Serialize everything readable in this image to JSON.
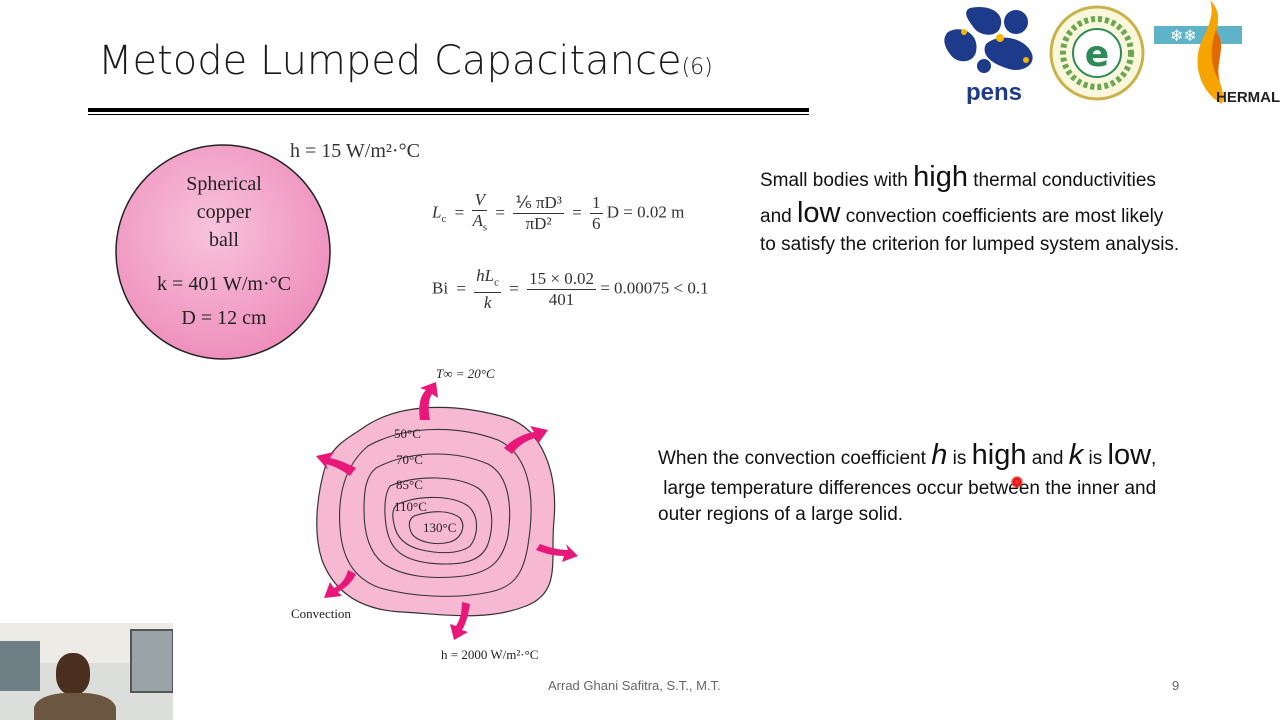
{
  "slide": {
    "title": "Metode Lumped Capacitance",
    "title_suffix": "(6)",
    "footer_author": "Arrad Ghani Safitra, S.T., M.T.",
    "page_number": "9"
  },
  "logos": {
    "pens_text": "pens",
    "thermal_text": "HERMAL"
  },
  "sphere_figure": {
    "h_label": "h = 15 W/m²·°C",
    "ball_line1": "Spherical",
    "ball_line2": "copper",
    "ball_line3": "ball",
    "k_label": "k = 401 W/m·°C",
    "d_label": "D = 12 cm",
    "lc_prefix": "L",
    "lc_sub": "c",
    "lc_num1": "V",
    "lc_den1": "A",
    "lc_den1_sub": "s",
    "lc_num2": "⅙ πD³",
    "lc_den2": "πD²",
    "lc_num3": "1",
    "lc_den3": "6",
    "lc_result": "D = 0.02 m",
    "bi_prefix": "Bi",
    "bi_num1": "hL",
    "bi_num1_sub": "c",
    "bi_den1": "k",
    "bi_num2": "15 × 0.02",
    "bi_den2": "401",
    "bi_result": "= 0.00075 < 0.1"
  },
  "blob_figure": {
    "t_inf": "T∞ = 20°C",
    "iso_50": "50°C",
    "iso_70": "70°C",
    "iso_85": "85°C",
    "iso_110": "110°C",
    "iso_130": "130°C",
    "convection": "Convection",
    "h_label": "h = 2000 W/m²·°C"
  },
  "text1": {
    "p1": "Small bodies with ",
    "high": "high",
    "p2": " thermal conductivities",
    "p3": "and ",
    "low": "low",
    "p4": " convection coefficients are most likely",
    "p5": "to satisfy the criterion for lumped system analysis."
  },
  "text2": {
    "p1": "When the convection coefficient ",
    "h": "h",
    "p2": " is ",
    "high": "high",
    "p3": " and ",
    "k": "k",
    "p4": " is ",
    "low": "low",
    "p5": ",",
    "p6": " large temperature differences occur between the inner and",
    "p7": "outer regions of a large solid."
  },
  "colors": {
    "sphere_fill": "#f29bc6",
    "blob_fill": "#f7b8d2",
    "arrow": "#e8187a",
    "logo_blue": "#1e3a8a"
  }
}
